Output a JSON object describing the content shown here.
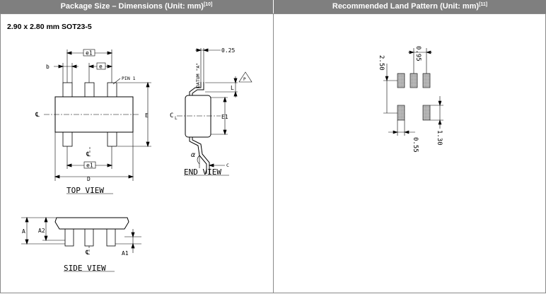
{
  "headers": {
    "left_text": "Package Size – Dimensions (Unit: mm)",
    "left_ref": "[10]",
    "right_text": "Recommended Land Pattern (Unit: mm)",
    "right_ref": "[11]"
  },
  "package_title": "2.90 x 2.80 mm SOT23-5",
  "top_view": {
    "caption": "TOP VIEW",
    "labels": {
      "e1": "e1",
      "b": "b",
      "e": "e",
      "pin1": "PIN 1",
      "cl": "℄",
      "E": "E",
      "D": "D"
    }
  },
  "end_view": {
    "caption": "END VIEW",
    "labels": {
      "dim": "0.25",
      "datum": "DATUM \"A\"",
      "L": "L",
      "flag": "P",
      "cl": "C",
      "cl_sub": "L",
      "E1": "E1",
      "alpha": "α",
      "c": "C"
    }
  },
  "side_view": {
    "caption": "SIDE VIEW",
    "labels": {
      "A": "A",
      "A2": "A2",
      "A1": "A1",
      "cl": "℄"
    }
  },
  "land_pattern": {
    "dims": {
      "top_pitch": "0.95",
      "height": "2.50",
      "pad_width": "0.55",
      "pad_height": "1.30"
    }
  },
  "colors": {
    "header_bg": "#7f7f7f",
    "pad_fill": "#c0c0c0",
    "line": "#000000"
  }
}
